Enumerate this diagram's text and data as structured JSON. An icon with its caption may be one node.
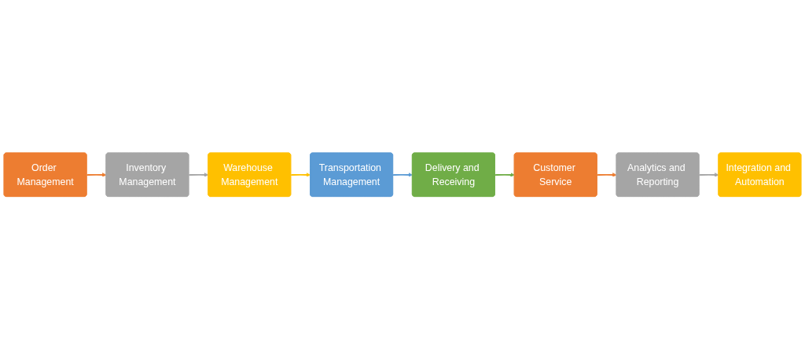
{
  "diagram": {
    "nodes": [
      {
        "text": [
          "Order Management"
        ]
      },
      {
        "text": [
          "Inventory Management"
        ]
      },
      {
        "text": [
          "Warehouse Management"
        ]
      },
      {
        "text": [
          "Transportation Management"
        ]
      },
      {
        "text": [
          "Delivery and Receiving"
        ]
      },
      {
        "text": [
          "Customer Service"
        ]
      },
      {
        "text": [
          "Analytics and Reporting"
        ]
      },
      {
        "text": [
          "Integration and Automation"
        ]
      }
    ],
    "edges": [
      {
        "from": 0,
        "to": 1,
        "arrow": "to",
        "color": "#ed7d31"
      },
      {
        "from": 1,
        "to": 2,
        "arrow": "to",
        "color": "#a5a5a5"
      },
      {
        "from": 2,
        "to": 3,
        "arrow": "to",
        "color": "#ffc000"
      },
      {
        "from": 3,
        "to": 4,
        "arrow": "to",
        "color": "#5b9bd5"
      },
      {
        "from": 4,
        "to": 5,
        "arrow": "to",
        "color": "#70ad47"
      },
      {
        "from": 5,
        "to": 6,
        "arrow": "to",
        "color": "#ed7d31"
      },
      {
        "from": 6,
        "to": 7,
        "arrow": "to",
        "color": "#a5a5a5"
      }
    ]
  }
}
